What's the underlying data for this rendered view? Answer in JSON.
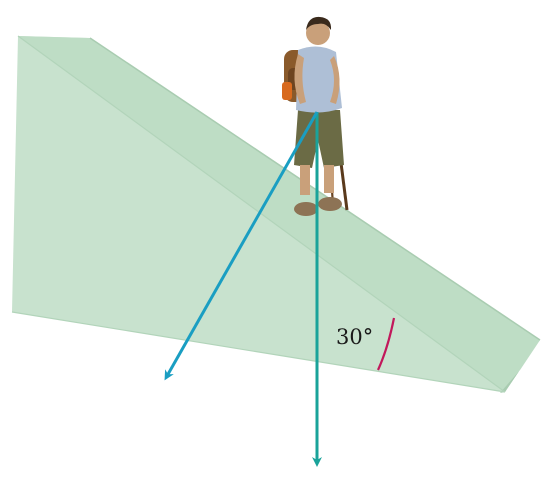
{
  "diagram": {
    "angle_label": "30°",
    "incline_angle_degrees": 30,
    "figure": "hiker",
    "colors": {
      "ramp_front": "#c8e2ce",
      "ramp_top": "#bcdcc3",
      "ramp_side": "#b2d4ba",
      "ramp_edge": "#a9ccb1",
      "vector_weight": "#1aa39a",
      "vector_normal_component": "#1a9ec2",
      "angle_arc": "#c2185b"
    }
  }
}
